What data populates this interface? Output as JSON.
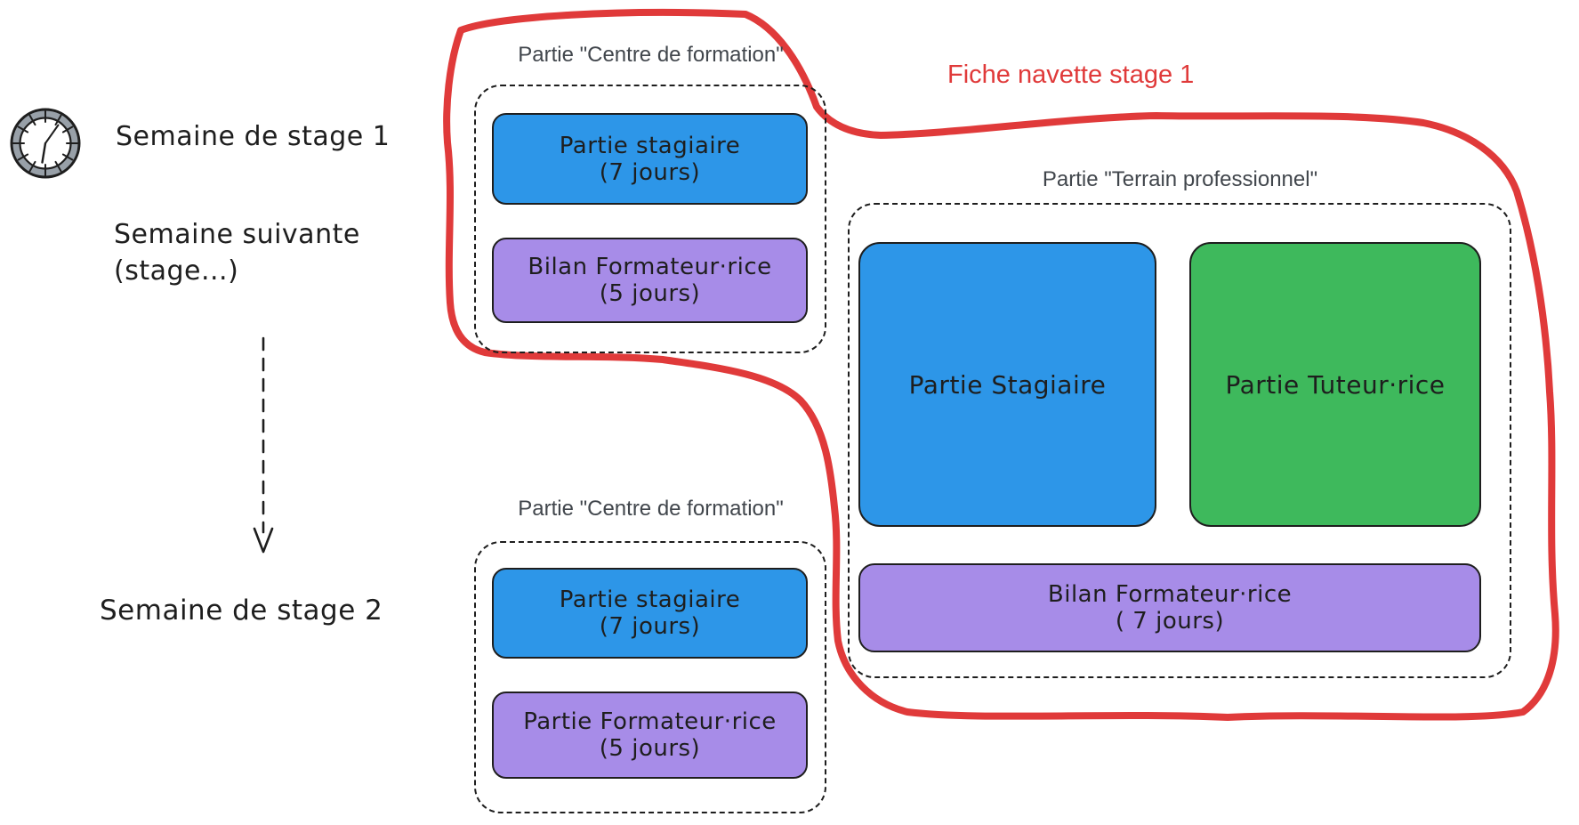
{
  "title": {
    "text": "Fiche navette stage 1"
  },
  "timeline": {
    "clock_icon": "clock-icon",
    "step1": "Semaine de stage 1",
    "step_next_line1": "Semaine suivante",
    "step_next_line2": "(stage...)",
    "arrow_icon": "dashed-down-arrow-icon",
    "step2": "Semaine de stage 2"
  },
  "centre1": {
    "label": "Partie \"Centre de formation\"",
    "stagiaire_line1": "Partie stagiaire",
    "stagiaire_line2": "(7 jours)",
    "bilan_line1": "Bilan Formateur·rice",
    "bilan_line2": "(5 jours)"
  },
  "terrain": {
    "label": "Partie \"Terrain professionnel\"",
    "stagiaire": "Partie Stagiaire",
    "tuteur": "Partie Tuteur·rice",
    "bilan_line1": "Bilan Formateur·rice",
    "bilan_line2": "( 7 jours)"
  },
  "centre2": {
    "label": "Partie \"Centre de formation\"",
    "stagiaire_line1": "Partie stagiaire",
    "stagiaire_line2": "(7 jours)",
    "formateur_line1": "Partie Formateur·rice",
    "formateur_line2": "(5 jours)"
  },
  "colors": {
    "blue": "#2d96e8",
    "green": "#3eb95c",
    "purple": "#a78ce8",
    "red": "#e03a3a",
    "ink": "#1e1e1e",
    "label_gray": "#41464c",
    "clock_gray": "#98a0a8"
  }
}
